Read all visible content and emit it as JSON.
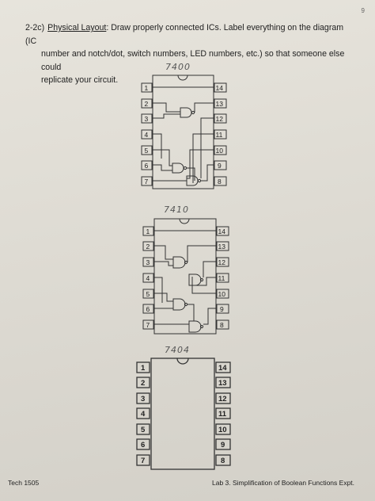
{
  "page_number": "9",
  "instructions": {
    "number": "2-2c)",
    "heading": "Physical Layout",
    "line1_rest": ": Draw properly connected ICs. Label everything on the diagram (IC",
    "line2": "number and notch/dot, switch numbers, LED numbers, etc.) so that someone else could",
    "line3": "replicate your circuit."
  },
  "chips": [
    {
      "label": "7400",
      "left_pins": [
        "1",
        "2",
        "3",
        "4",
        "5",
        "6",
        "7"
      ],
      "right_pins": [
        "14",
        "13",
        "12",
        "11",
        "10",
        "9",
        "8"
      ]
    },
    {
      "label": "7410",
      "left_pins": [
        "1",
        "2",
        "3",
        "4",
        "5",
        "6",
        "7"
      ],
      "right_pins": [
        "14",
        "13",
        "12",
        "11",
        "10",
        "9",
        "8"
      ]
    },
    {
      "label": "7404",
      "left_pins": [
        "1",
        "2",
        "3",
        "4",
        "5",
        "6",
        "7"
      ],
      "right_pins": [
        "14",
        "13",
        "12",
        "11",
        "10",
        "9",
        "8"
      ]
    }
  ],
  "footer": {
    "left": "Tech 1505",
    "right": "Lab 3. Simplification of Boolean Functions Expt."
  }
}
